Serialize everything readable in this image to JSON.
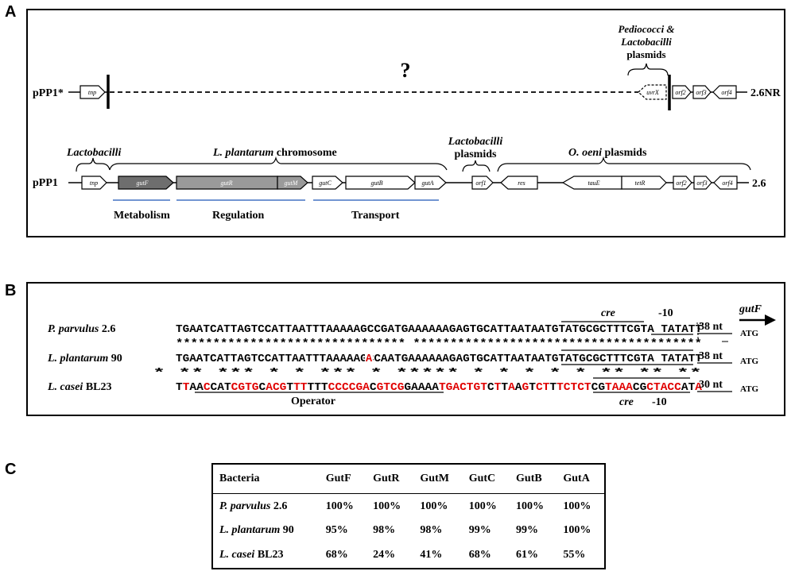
{
  "panels": {
    "a": "A",
    "b": "B",
    "c": "C"
  },
  "panel_a": {
    "row1": {
      "plasmid": "pPP1*",
      "end_label": "2.6NR",
      "question": "?",
      "header_line1": "Pediococci &",
      "header_line2": "Lactobacilli",
      "header_line3": "plasmids",
      "genes": {
        "tnp": "tnp",
        "uvrX": "uvrX",
        "orf2": "orf2",
        "orf3": "orf3",
        "orf4": "orf4"
      }
    },
    "row2": {
      "plasmid": "pPP1",
      "end_label": "2.6",
      "group_lactobacilli": "Lactobacilli",
      "group_chromosome_species": "L. plantarum",
      "group_chromosome_word": "chromosome",
      "group_lacto_plasmids_1": "Lactobacilli",
      "group_lacto_plasmids_2": "plasmids",
      "group_oeni_species": "O. oeni",
      "group_oeni_word": "plasmids",
      "genes": {
        "tnp": "tnp",
        "gutF": "gutF",
        "gutR": "gutR",
        "gutM": "gutM",
        "gutC": "gutC",
        "gutB": "gutB",
        "gutA": "gutA",
        "orf1": "orf1",
        "res": "res",
        "tauE": "tauE",
        "tetR": "tetR",
        "orf2": "orf2",
        "orf3": "orf3",
        "orf4": "orf4"
      },
      "func_metabolism": "Metabolism",
      "func_regulation": "Regulation",
      "func_transport": "Transport"
    },
    "colors": {
      "gutF": "#6e6e6e",
      "gutR": "#9a9a9a",
      "gutM": "#9a9a9a",
      "underline": "#4472c4"
    }
  },
  "panel_b": {
    "rows": [
      {
        "species": "P. parvulus",
        "strain": "2.6",
        "seq": "TGAATCATTAGTCCATTAATTTAAAAAGCCGATGAAAAAAGAGTGCATTAATAATGTATGCGCTTTCGTA TATATT",
        "spacer": "38 nt",
        "start": "ATG"
      },
      {
        "species": "L. plantarum",
        "strain": "90",
        "seq": "TGAATCATTAGTCCATTAATTTAAAAAGCCAATGAAAAAAGAGTGCATTAATAATGTATGCGCTTTCGTA TATATT",
        "spacer": "38 nt",
        "start": "ATG"
      },
      {
        "species": "L. casei",
        "strain": "BL23",
        "seq": "TTAACCATCGTGCACGTTTTTTCCCCGACGTCGGAAAATGACTGTCTTAAGTCTTTCTCTCGTAAACGCTACCATA",
        "spacer": "30 nt",
        "start": "ATG"
      }
    ],
    "conservation_1": "******************************* ***************************************",
    "conservation_2": "*  **  ***      *    *   ***       *      *****        *  *  *  *  *       **     **     **",
    "cre_top": "cre",
    "minus10_top": "-10",
    "gene_arrow": "gutF",
    "operator": "Operator",
    "cre_bottom": "cre",
    "minus10_bottom": "-10",
    "highlight_color": "#e00000"
  },
  "panel_c": {
    "header": [
      "Bacteria",
      "GutF",
      "GutR",
      "GutM",
      "GutC",
      "GutB",
      "GutA"
    ],
    "rows": [
      {
        "species": "P. parvulus",
        "strain": "2.6",
        "values": [
          "100%",
          "100%",
          "100%",
          "100%",
          "100%",
          "100%"
        ]
      },
      {
        "species": "L. plantarum",
        "strain": "90",
        "values": [
          "95%",
          "98%",
          "98%",
          "99%",
          "99%",
          "100%"
        ]
      },
      {
        "species": "L. casei",
        "strain": "BL23",
        "values": [
          "68%",
          "24%",
          "41%",
          "68%",
          "61%",
          "55%"
        ]
      }
    ]
  }
}
